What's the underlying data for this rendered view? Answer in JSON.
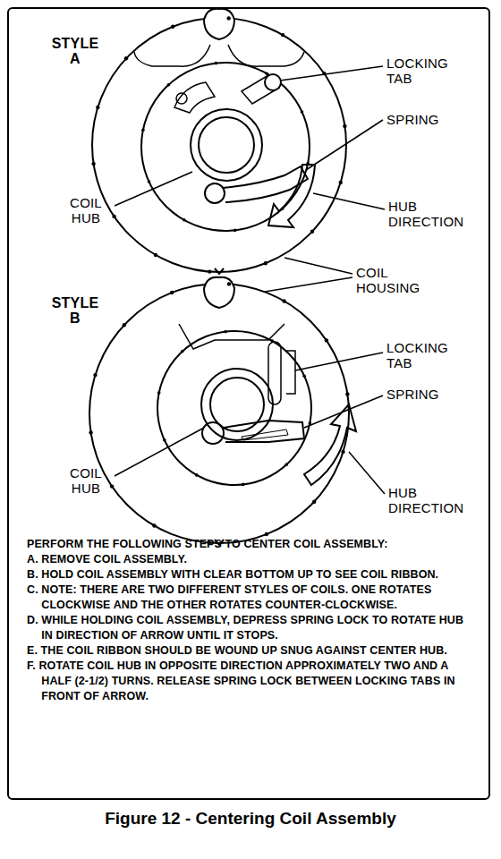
{
  "diagram": {
    "caption": "Figure 12 - Centering Coil Assembly",
    "nodes": [
      {
        "text": [
          "PERFORM THE FOLLOWING STEPS TO CENTER COIL ASSEMBLY:",
          "A. REMOVE COIL ASSEMBLY.",
          "B. HOLD COIL ASSEMBLY WITH CLEAR BOTTOM UP TO SEE COIL RIBBON.",
          "C. NOTE: THERE ARE TWO DIFFERENT STYLES OF COILS. ONE ROTATES CLOCKWISE AND THE OTHER ROTATES COUNTER-CLOCKWISE.",
          "D. WHILE HOLDING COIL ASSEMBLY, DEPRESS SPRING LOCK TO ROTATE HUB IN DIRECTION OF ARROW UNTIL IT STOPS.",
          "E. THE COIL RIBBON SHOULD BE WOUND UP SNUG AGAINST CENTER HUB.",
          "F. ROTATE COIL HUB IN OPPOSITE DIRECTION APPROXIMATELY TWO AND A HALF (2-1/2) TURNS. RELEASE SPRING LOCK BETWEEN LOCKING TABS IN FRONT OF ARROW."
        ]
      }
    ],
    "labels": [
      "STYLE A",
      "LOCKING TAB",
      "SPRING",
      "COIL HUB",
      "HUB DIRECTION",
      "COIL HOUSING",
      "STYLE B",
      "LOCKING TAB",
      "SPRING",
      "COIL HUB",
      "HUB DIRECTION"
    ]
  }
}
